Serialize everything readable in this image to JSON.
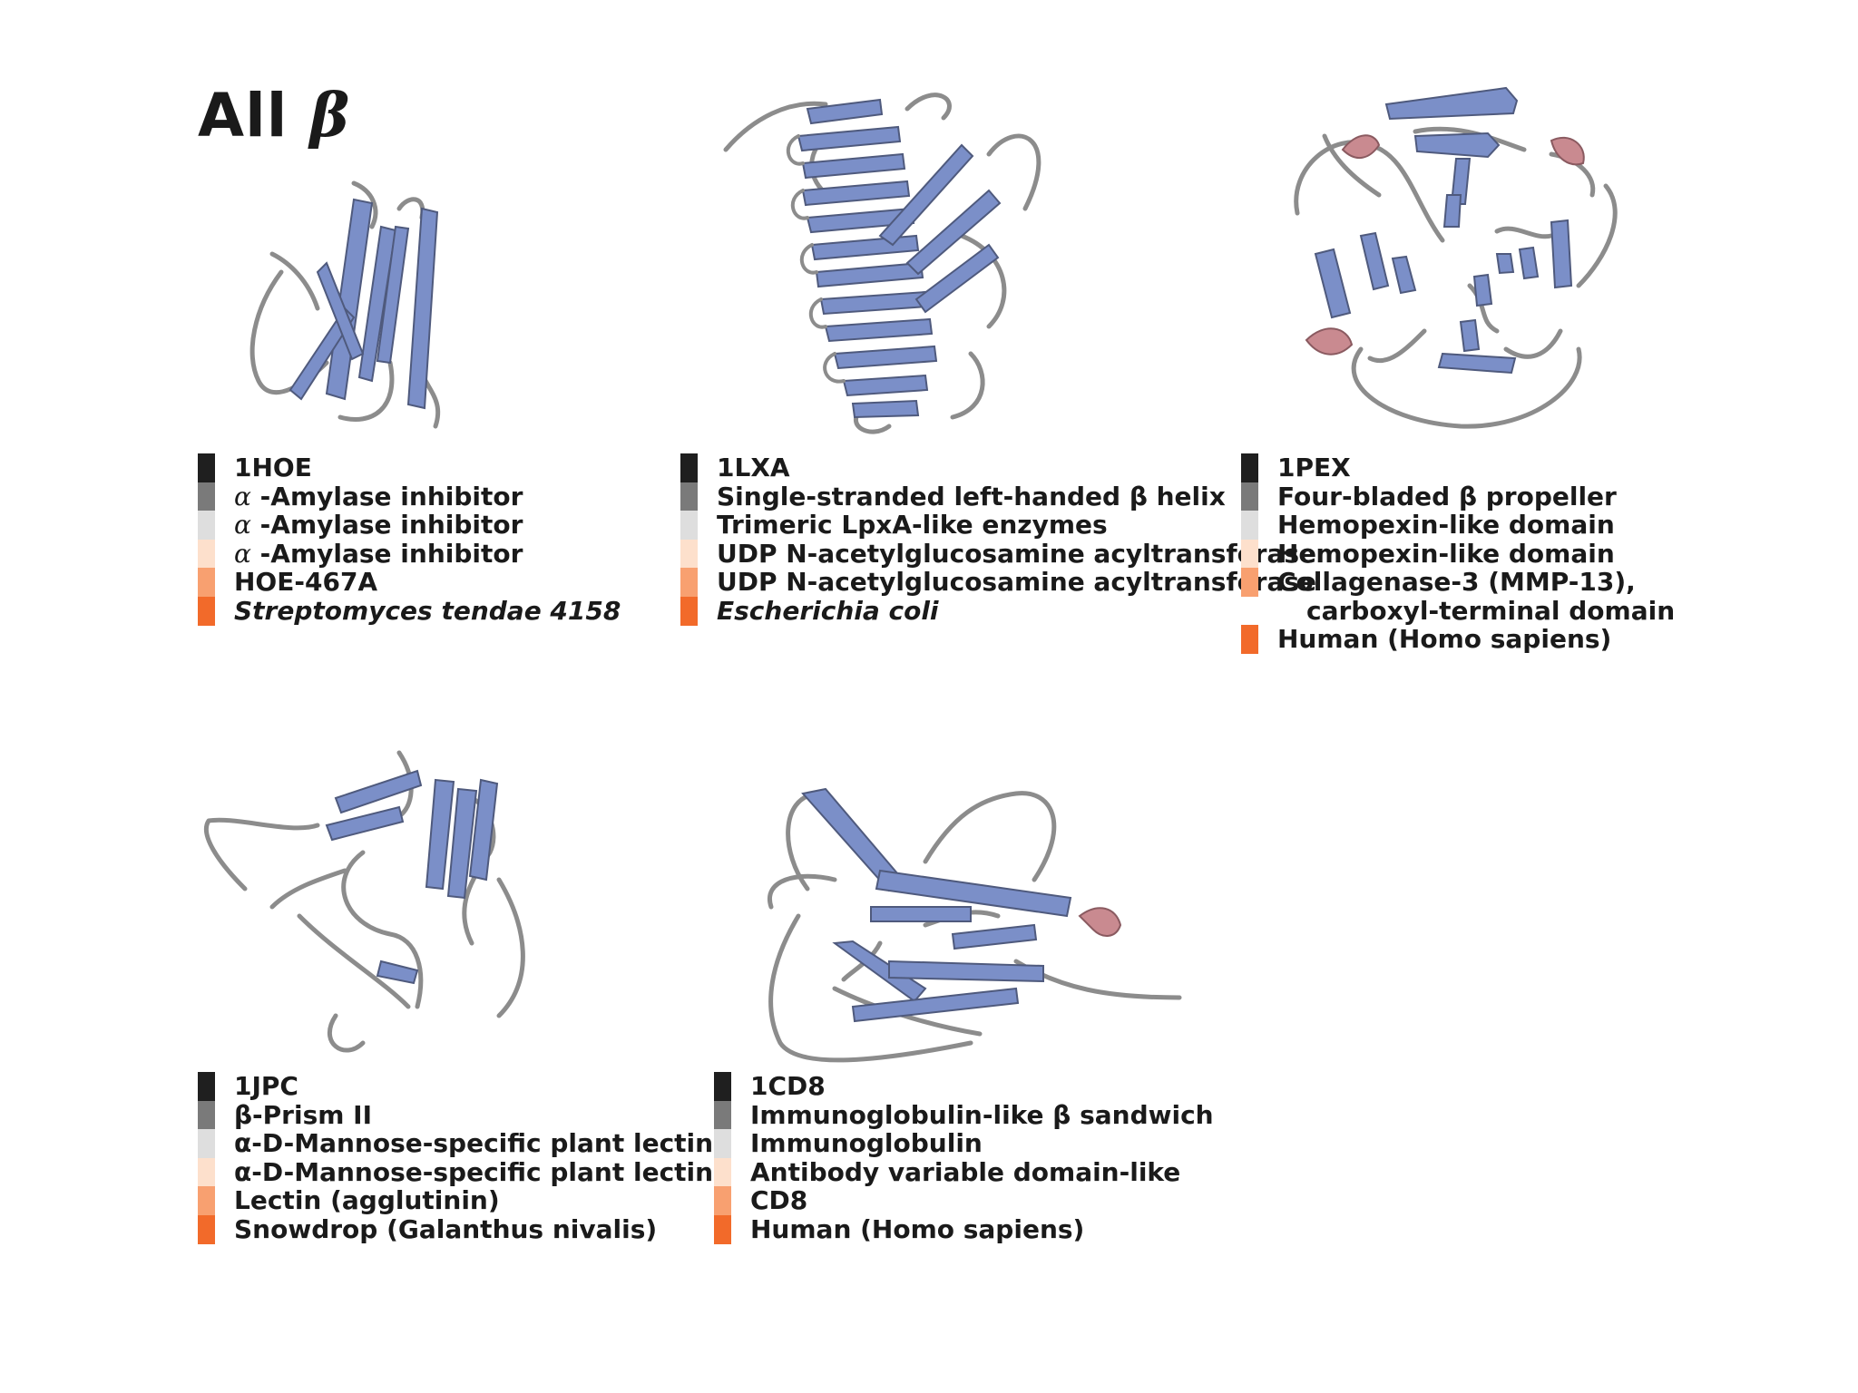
{
  "title": {
    "text": "All",
    "symbol": "β"
  },
  "colors": {
    "strand": "#7b8fc8",
    "strand_dark": "#4f5a7d",
    "coil": "#8c8c8c",
    "helix": "#c98a90",
    "level_swatches": [
      "#1f1f1f",
      "#7a7a7a",
      "#dedede",
      "#fde0cc",
      "#f8a070",
      "#f26a2a"
    ]
  },
  "panels": [
    {
      "lines": [
        {
          "text": "1HOE"
        },
        {
          "prefix": "α",
          "text": " -Amylase inhibitor"
        },
        {
          "prefix": "α",
          "text": " -Amylase inhibitor"
        },
        {
          "prefix": "α",
          "text": " -Amylase inhibitor"
        },
        {
          "text": "HOE-467A"
        },
        {
          "text": "Streptomyces tendae 4158"
        }
      ]
    },
    {
      "lines": [
        {
          "text": "1LXA"
        },
        {
          "text": "Single-stranded left-handed β helix"
        },
        {
          "text": "Trimeric LpxA-like enzymes"
        },
        {
          "text": "UDP N-acetylglucosamine acyltransferase"
        },
        {
          "text": "UDP N-acetylglucosamine acyltransferase"
        },
        {
          "text": "Escherichia coli"
        }
      ]
    },
    {
      "lines": [
        {
          "text": "1PEX"
        },
        {
          "text": "Four-bladed β propeller"
        },
        {
          "text": "Hemopexin-like domain"
        },
        {
          "text": "Hemopexin-like domain"
        },
        {
          "text": "Collagenase-3 (MMP-13),",
          "text2": "carboxyl-terminal domain"
        },
        {
          "text": "Human (Homo sapiens)"
        }
      ]
    },
    {
      "lines": [
        {
          "text": "1JPC"
        },
        {
          "text": "β-Prism II"
        },
        {
          "text": "α-D-Mannose-specific plant lectins"
        },
        {
          "text": "α-D-Mannose-specific plant lectins"
        },
        {
          "text": "Lectin (agglutinin)"
        },
        {
          "text": "Snowdrop (Galanthus nivalis)"
        }
      ]
    },
    {
      "lines": [
        {
          "text": "1CD8"
        },
        {
          "text": "Immunoglobulin-like β sandwich"
        },
        {
          "text": "Immunoglobulin"
        },
        {
          "text": "Antibody variable domain-like"
        },
        {
          "text": "CD8"
        },
        {
          "text": "Human (Homo sapiens)"
        }
      ]
    }
  ]
}
